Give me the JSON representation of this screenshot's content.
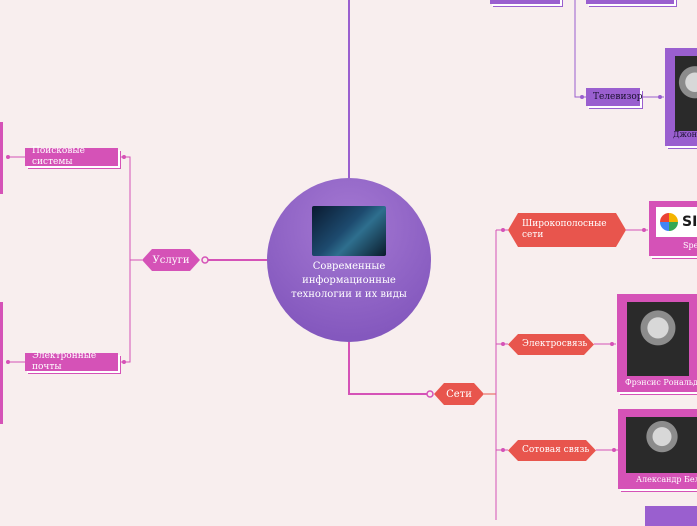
{
  "central": {
    "title": "Современные информационные технологии и их виды"
  },
  "branches": {
    "services": {
      "label": "Услуги",
      "children": [
        "Поисковые системы",
        "Электронные почты"
      ]
    },
    "networks": {
      "label": "Сети",
      "children": [
        "Широкополосные сети",
        "Электросвязь",
        "Сотовая связь"
      ]
    },
    "top": {
      "children": [
        "Телевизор"
      ]
    }
  },
  "photos": {
    "tv_person": "Джон Л",
    "telegraph_person": "Фрэнсис Рональдс",
    "phone_person": "Александр Белл",
    "broadband_logo": "SI",
    "broadband_caption": "Speed"
  },
  "colors": {
    "background": "#f8eeee",
    "central": "#8e5fc6",
    "services_branch": "#d552b7",
    "networks_branch": "#e8554d",
    "tv_branch": "#9a5fcf"
  }
}
